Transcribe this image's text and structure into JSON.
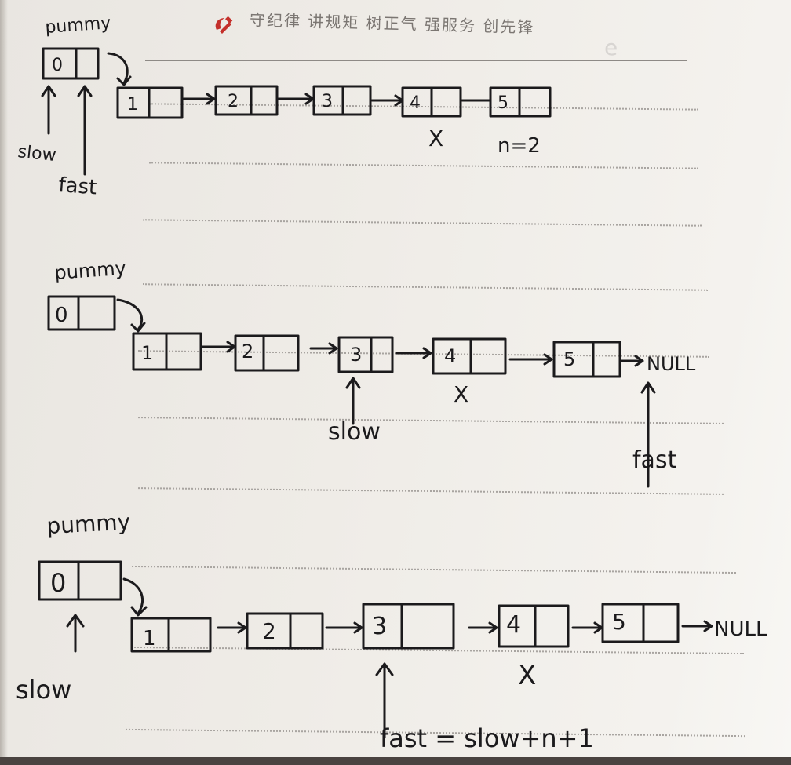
{
  "notebook": {
    "header_text": "守纪律 讲规矩 树正气 强服务 创先锋",
    "emblem": "hammer-sickle-icon",
    "watermark": "e"
  },
  "diagram_1": {
    "dummy_label": "pummy",
    "dummy_value": "0",
    "nodes": [
      "1",
      "2",
      "3",
      "4",
      "5"
    ],
    "pointer_slow": "slow",
    "pointer_fast": "fast",
    "mark": "X",
    "param": "n=2"
  },
  "diagram_2": {
    "dummy_label": "pummy",
    "dummy_value": "0",
    "nodes": [
      "1",
      "2",
      "3",
      "4",
      "5"
    ],
    "terminal": "NULL",
    "pointer_slow": "slow",
    "pointer_fast": "fast",
    "mark": "X"
  },
  "diagram_3": {
    "dummy_label": "pummy",
    "dummy_value": "0",
    "nodes": [
      "1",
      "2",
      "3",
      "4",
      "5"
    ],
    "terminal": "NULL",
    "pointer_slow": "slow",
    "mark": "X",
    "formula": "fast = slow+n+1"
  },
  "colors": {
    "ink": "#1b1a1c",
    "paper": "#efece7",
    "rule": "#a8a4a0",
    "emblem": "#c4302b"
  }
}
